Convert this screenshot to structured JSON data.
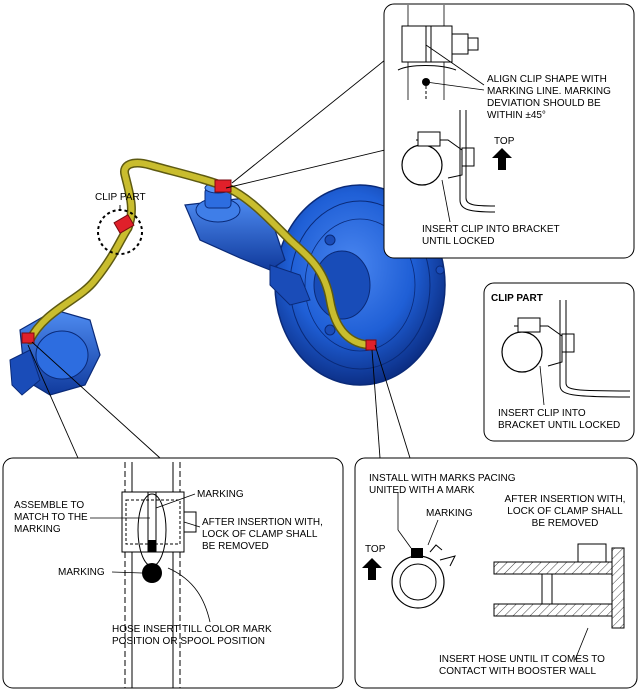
{
  "callouts": {
    "clip_part_pointer": "CLIP PART",
    "top_right": {
      "align_note": "ALIGN CLIP SHAPE WITH\nMARKING LINE. MARKING\nDEVIATION SHOULD BE\nWITHIN ±45°",
      "top_label": "TOP",
      "insert_note": "INSERT CLIP INTO BRACKET\nUNTIL LOCKED"
    },
    "clip_part_box": {
      "title": "CLIP PART",
      "insert_note": "INSERT CLIP INTO\nBRACKET UNTIL LOCKED"
    },
    "bottom_left": {
      "assemble_note": "ASSEMBLE TO\nMATCH TO THE\nMARKING",
      "marking_top": "MARKING",
      "after_insertion_note": "AFTER INSERTION WITH,\nLOCK OF CLAMP SHALL\nBE REMOVED",
      "marking_bottom": "MARKING",
      "hose_insert_note": "HOSE INSERT TILL COLOR MARK\nPOSITION OR SPOOL POSITION"
    },
    "bottom_right": {
      "install_note": "INSTALL WITH MARKS PACING\nUNITED WITH A MARK",
      "marking": "MARKING",
      "top_label": "TOP",
      "after_insertion_note": "AFTER INSERTION WITH,\nLOCK OF CLAMP SHALL\nBE REMOVED",
      "insert_hose_note": "INSERT HOSE UNTIL IT COMES TO\nCONTACT WITH BOOSTER WALL"
    }
  },
  "colors": {
    "booster_blue": "#1f5fd6",
    "booster_dark": "#0c2f86",
    "hose_yellow": "#b8ac26",
    "hose_dark": "#5e5a12",
    "clip_red": "#e0202a",
    "line": "#000000",
    "hatch": "#444444"
  }
}
